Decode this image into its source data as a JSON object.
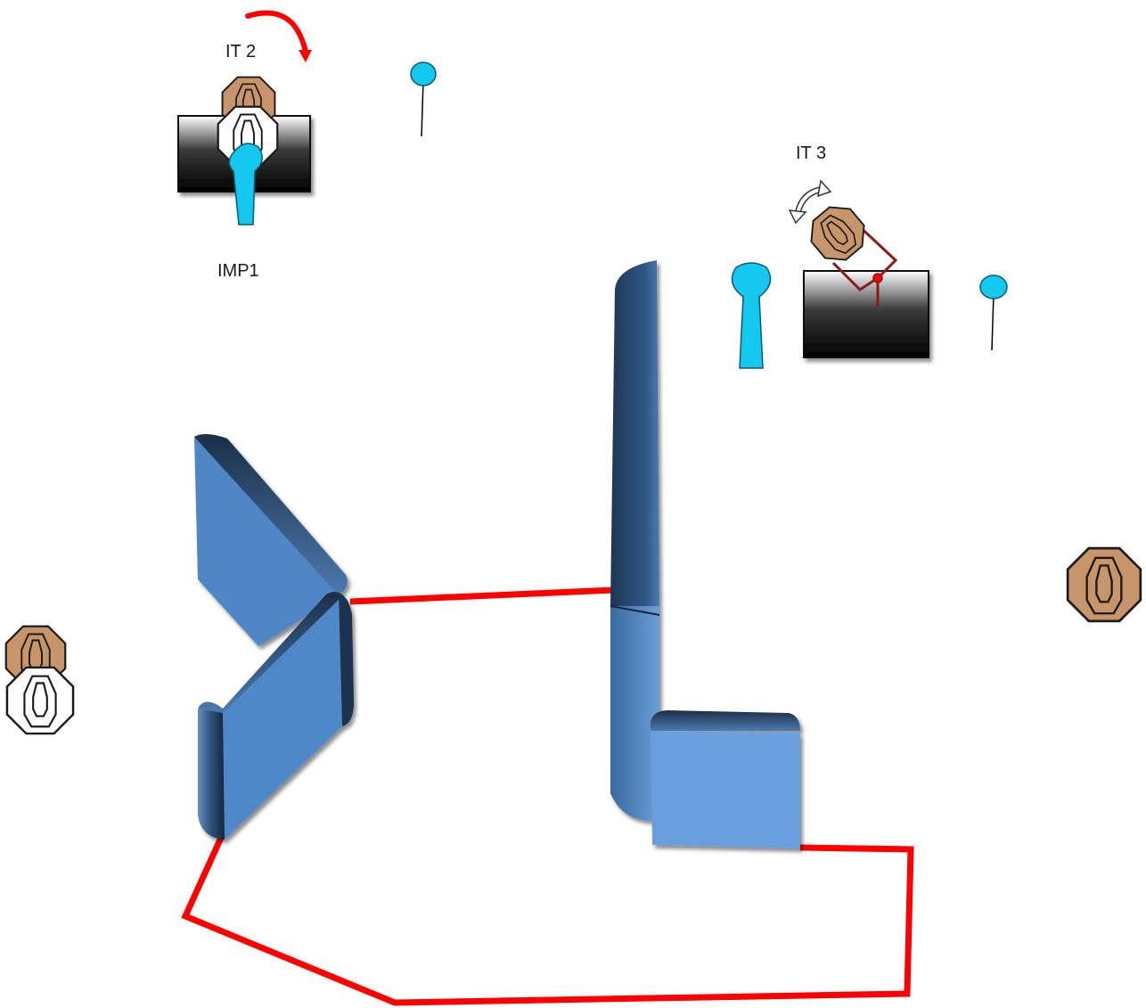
{
  "labels": {
    "it2": "IT 2",
    "it3": "IT 3",
    "imp1": "IMP1"
  },
  "colors": {
    "background": "#ffffff",
    "fault_line": "#ff0000",
    "wall_face": "#4f86c6",
    "wall_dark": "#1f3a5c",
    "wall_light": "#6a9fde",
    "target_brown": "#c8956a",
    "target_white": "#ffffff",
    "no_shoot_blue": "#14c8f0",
    "barrel_black": "#000000",
    "rotation_arrow_red": "#ff0000"
  },
  "icons": [
    "brown-target-icon",
    "white-no-shoot-target-icon",
    "blue-popper-icon",
    "activator-pin-icon",
    "barrel-icon",
    "rotation-arrow-icon",
    "swinger-target-icon"
  ]
}
